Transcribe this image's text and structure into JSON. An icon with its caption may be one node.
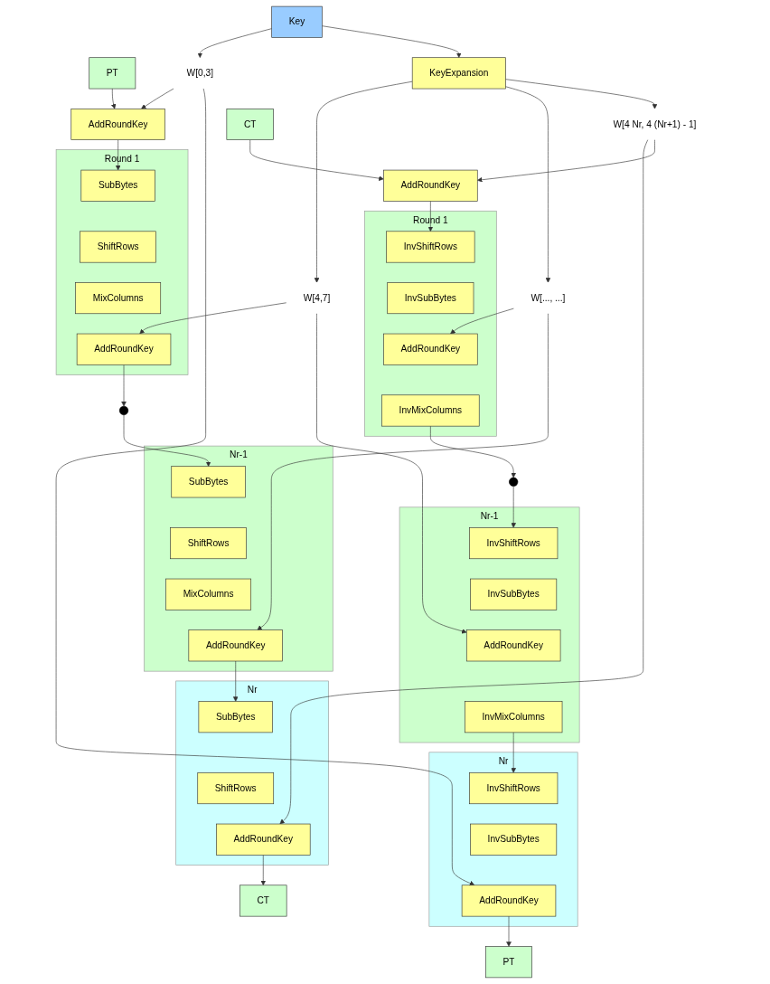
{
  "diagram": {
    "nodes": [
      {
        "text": [
          "PT"
        ]
      },
      {
        "text": [
          "Key"
        ]
      },
      {
        "text": [
          "PT"
        ]
      },
      {
        "text": [
          "AddRoundKey"
        ]
      },
      {
        "text": [
          "W[0,3]"
        ]
      },
      {
        "text": [
          "Nr"
        ]
      },
      {
        "text": [
          "AddRoundKey"
        ],
        "in": 5
      },
      {
        "text": [
          "InvSubBytes"
        ],
        "in": 5
      },
      {
        "text": [
          "InvShiftRows"
        ],
        "in": 5
      },
      {
        "text": [
          "Round 1"
        ]
      },
      {
        "text": [
          "SubBytes"
        ],
        "in": 9
      },
      {
        "text": [
          "ShiftRows"
        ],
        "in": 9
      },
      {
        "text": [
          "MixColumns"
        ],
        "in": 9
      },
      {
        "text": [
          "AddRoundKey"
        ],
        "in": 9
      },
      {
        "text": [
          "KeyExpansion"
        ]
      },
      {
        "text": [
          "Nr-1"
        ]
      },
      {
        "text": [
          "InvMixColumns"
        ],
        "in": 15
      },
      {
        "text": [
          "AddRoundKey"
        ],
        "in": 15
      },
      {
        "text": [
          "InvSubBytes"
        ],
        "in": 15
      },
      {
        "text": [
          "InvShiftRows"
        ],
        "in": 15
      },
      {
        "text": [
          "W[4,7]"
        ]
      },
      {
        "text": [],
        "shape": "dots"
      },
      {
        "text": [],
        "shape": "dots"
      },
      {
        "text": [
          "Nr-1"
        ]
      },
      {
        "text": [
          "SubBytes"
        ],
        "in": 23
      },
      {
        "text": [
          "ShiftRows"
        ],
        "in": 23
      },
      {
        "text": [
          "MixColumns"
        ],
        "in": 23
      },
      {
        "text": [
          "AddRoundKey"
        ],
        "in": 23
      },
      {
        "text": [
          "Round 1"
        ]
      },
      {
        "text": [
          "InvMixColumns"
        ],
        "in": 28
      },
      {
        "text": [
          "AddRoundKey"
        ],
        "in": 28
      },
      {
        "text": [
          "InvSubBytes"
        ],
        "in": 28
      },
      {
        "text": [
          "InvShiftRows"
        ],
        "in": 28
      },
      {
        "text": [
          "W[..., ...]"
        ]
      },
      {
        "text": [
          "Nr"
        ]
      },
      {
        "text": [
          "SubBytes"
        ],
        "in": 34
      },
      {
        "text": [
          "ShiftRows"
        ],
        "in": 34
      },
      {
        "text": [
          "AddRoundKey"
        ],
        "in": 34
      },
      {
        "text": [
          "W[4 Nr, 4 (Nr+1) - 1]"
        ]
      },
      {
        "text": [
          "AddRoundKey"
        ]
      },
      {
        "text": [
          "CT"
        ]
      },
      {
        "text": [
          "CT"
        ]
      }
    ],
    "edges": [
      {
        "from": 0,
        "to": 3,
        "arrow": "to"
      },
      {
        "from": 1,
        "to": 4,
        "arrow": "to"
      },
      {
        "from": 1,
        "to": 14,
        "arrow": "to"
      },
      {
        "from": 4,
        "to": 3,
        "arrow": "to"
      },
      {
        "from": 4,
        "to": 6,
        "arrow": "to"
      },
      {
        "from": 6,
        "to": 2,
        "arrow": "to"
      },
      {
        "from": 3,
        "to": 10,
        "arrow": "to"
      },
      {
        "from": 14,
        "to": 20,
        "arrow": "to"
      },
      {
        "from": 20,
        "to": 13,
        "arrow": "to"
      },
      {
        "from": 20,
        "to": 17,
        "arrow": "to"
      },
      {
        "from": 16,
        "to": 8,
        "arrow": "to"
      },
      {
        "from": 13,
        "to": 21,
        "arrow": "to"
      },
      {
        "from": 21,
        "to": 24,
        "arrow": "to"
      },
      {
        "from": 22,
        "to": 19,
        "arrow": "to"
      },
      {
        "from": 29,
        "to": 22,
        "arrow": "to"
      },
      {
        "from": 14,
        "to": 33,
        "arrow": "to"
      },
      {
        "from": 33,
        "to": 27,
        "arrow": "to"
      },
      {
        "from": 33,
        "to": 30,
        "arrow": "to"
      },
      {
        "from": 27,
        "to": 35,
        "arrow": "to"
      },
      {
        "from": 14,
        "to": 38,
        "arrow": "to"
      },
      {
        "from": 38,
        "to": 37,
        "arrow": "to"
      },
      {
        "from": 38,
        "to": 39,
        "arrow": "to"
      },
      {
        "from": 39,
        "to": 32,
        "arrow": "to"
      },
      {
        "from": 37,
        "to": 40,
        "arrow": "to"
      },
      {
        "from": 41,
        "to": 39,
        "arrow": "to"
      }
    ]
  }
}
